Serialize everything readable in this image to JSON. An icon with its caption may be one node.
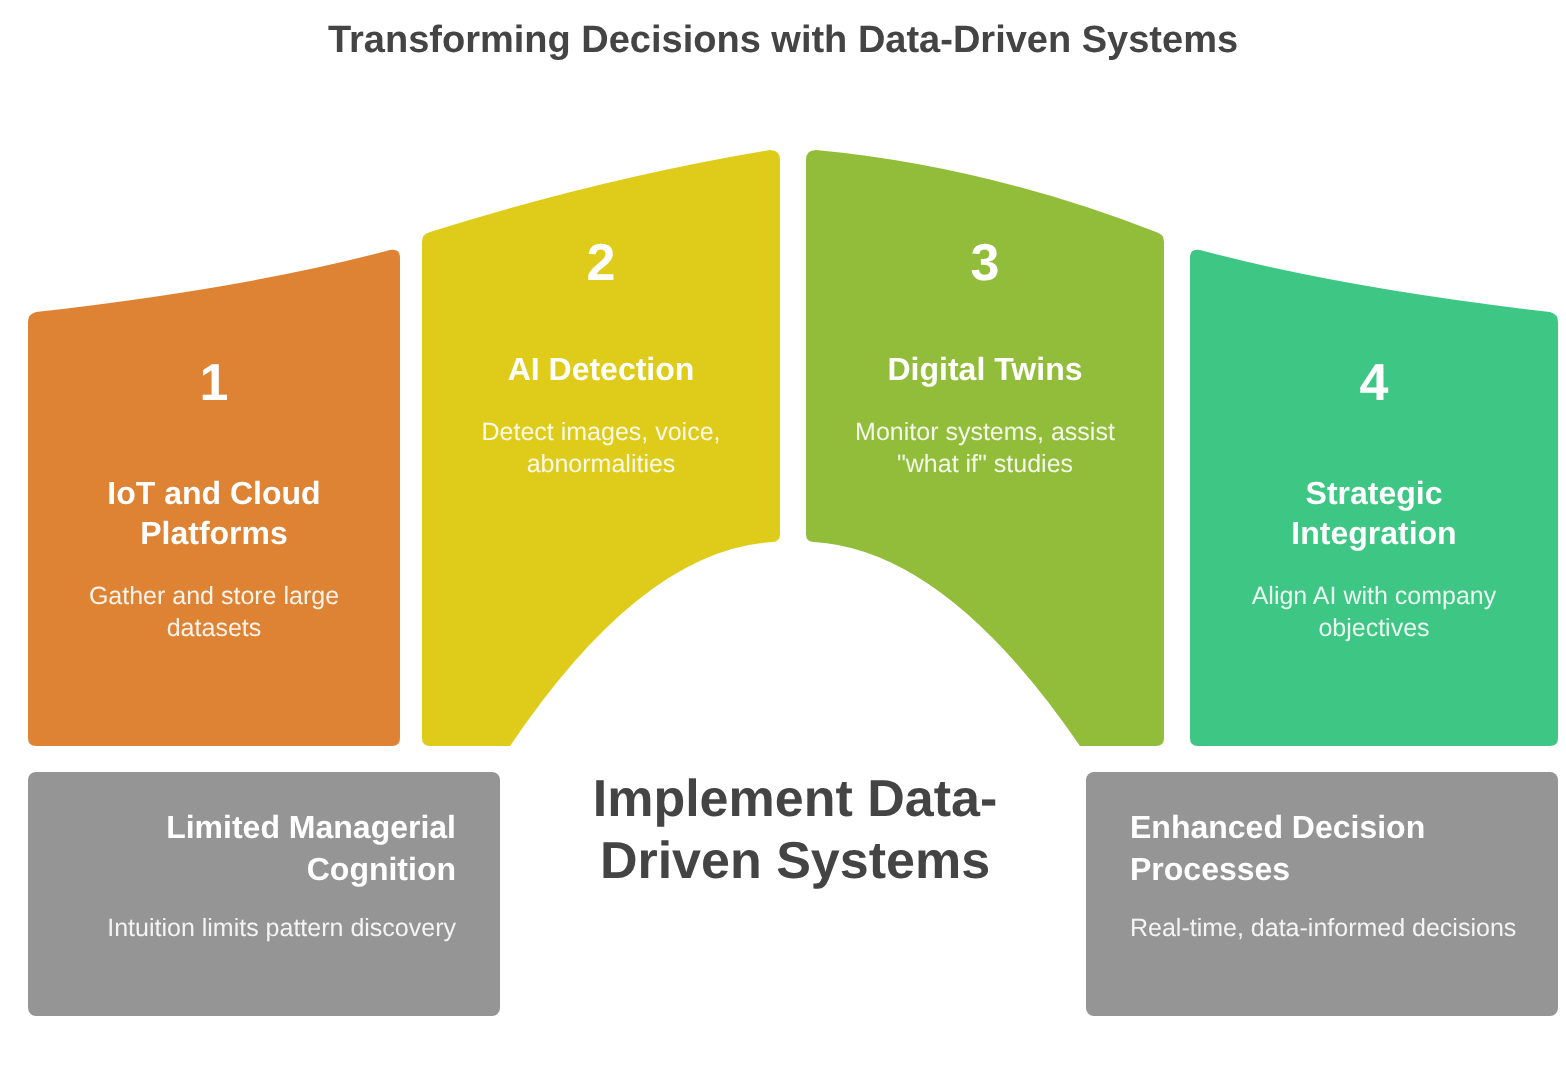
{
  "diagram": {
    "title": "Transforming Decisions with Data-Driven Systems",
    "nodes": [
      {
        "text": [
          "1",
          "IoT and Cloud Platforms",
          "Gather and store large datasets"
        ]
      },
      {
        "text": [
          "2",
          "AI Detection",
          "Detect images, voice, abnormalities"
        ]
      },
      {
        "text": [
          "3",
          "Digital Twins",
          "Monitor systems, assist \"what if\" studies"
        ]
      },
      {
        "text": [
          "4",
          "Strategic Integration",
          "Align AI with company objectives"
        ]
      },
      {
        "text": [
          "Limited Managerial Cognition",
          "Intuition limits pattern discovery"
        ]
      },
      {
        "text": [
          "Enhanced Decision Processes",
          "Real-time, data-informed decisions"
        ]
      }
    ],
    "labels": [
      "Implement Data-Driven Systems"
    ]
  }
}
